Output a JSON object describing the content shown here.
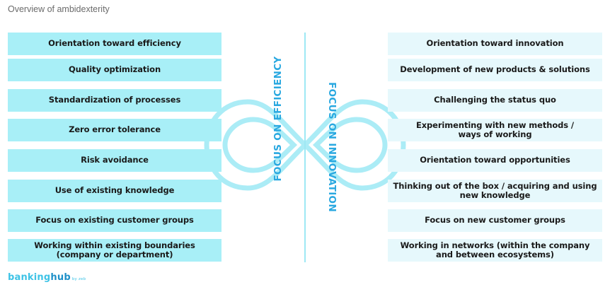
{
  "title": "Overview of ambidexterity",
  "left_axis_label": "FOCUS ON EFFICIENCY",
  "right_axis_label": "FOCUS ON INNOVATION",
  "left_items": [
    "Orientation toward efficiency",
    "Quality optimization",
    "Standardization of processes",
    "Zero error tolerance",
    "Risk avoidance",
    "Use of existing knowledge",
    "Focus on existing customer groups",
    "Working within existing boundaries\n(company or department)"
  ],
  "right_items": [
    "Orientation toward innovation",
    "Development of new products & solutions",
    "Challenging the status quo",
    "Experimenting with new methods /\nways of working",
    "Orientation toward opportunities",
    "Thinking out of the box / acquiring and using\nnew knowledge",
    "Focus on new customer groups",
    "Working in networks (within the company\nand between ecosystems)"
  ],
  "logo": {
    "part1": "banking",
    "part2": "hub",
    "suffix": "by zeb"
  },
  "colors": {
    "left_box": "#a8eff7",
    "right_box": "#e6f8fc",
    "accent_text": "#29a8e0",
    "infinity_stroke": "#8fe6f3"
  }
}
